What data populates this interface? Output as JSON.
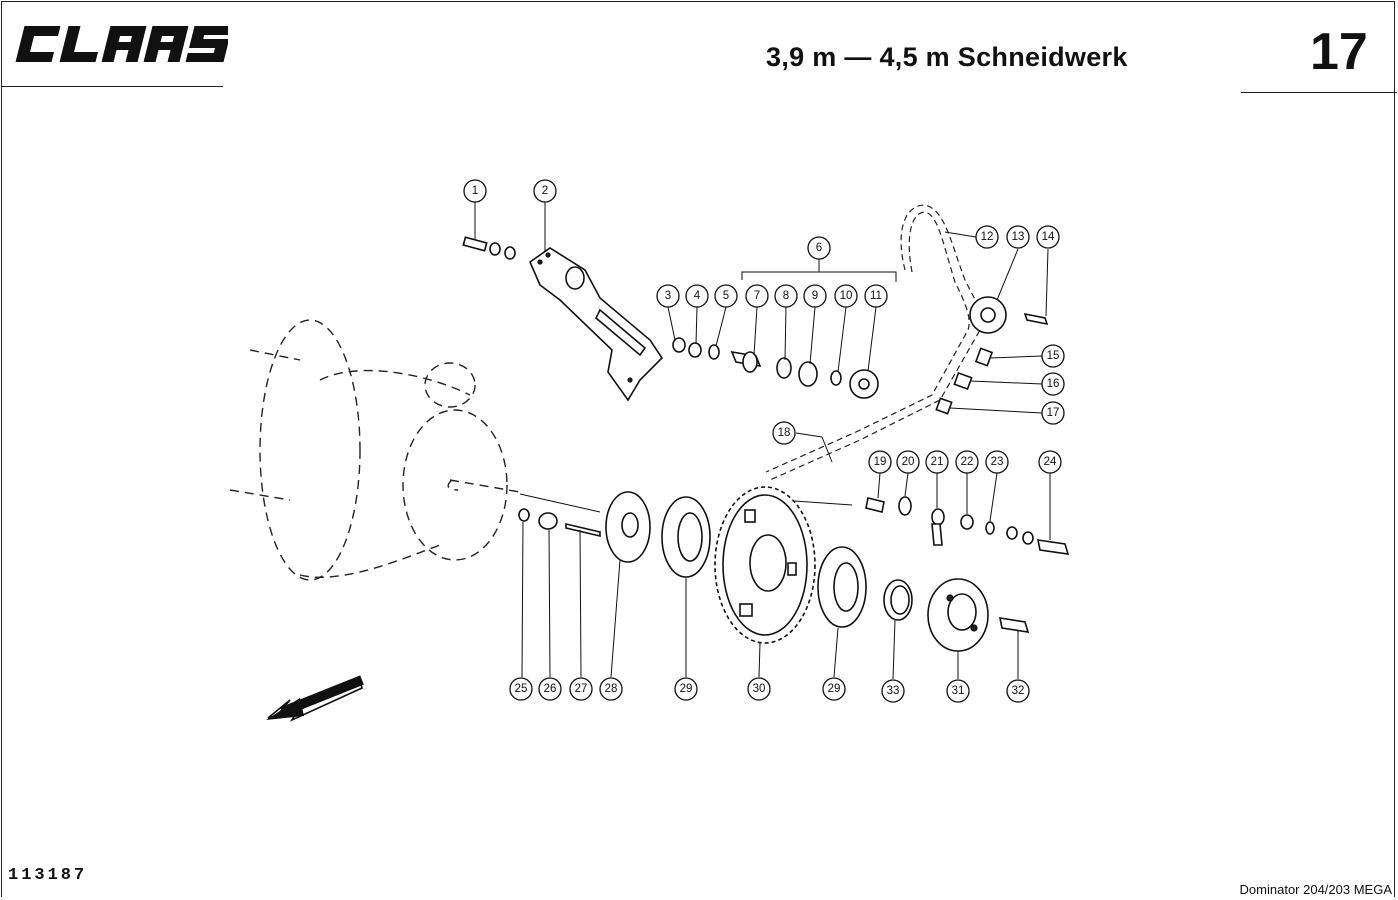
{
  "header": {
    "brand": "CLAAS",
    "title": "3,9 m — 4,5 m Schneidwerk",
    "page_number": "17"
  },
  "footer": {
    "drawing_number": "113187",
    "model": "Dominator 204/203 MEGA"
  },
  "callouts": [
    "1",
    "2",
    "3",
    "4",
    "5",
    "6",
    "7",
    "8",
    "9",
    "10",
    "11",
    "12",
    "13",
    "14",
    "15",
    "16",
    "17",
    "18",
    "19",
    "20",
    "21",
    "22",
    "23",
    "24",
    "25",
    "26",
    "27",
    "28",
    "29",
    "30",
    "29",
    "33",
    "31",
    "32"
  ],
  "icons": {
    "brand_logo": "claas-logo",
    "direction_arrow": "direction-arrow-icon"
  }
}
